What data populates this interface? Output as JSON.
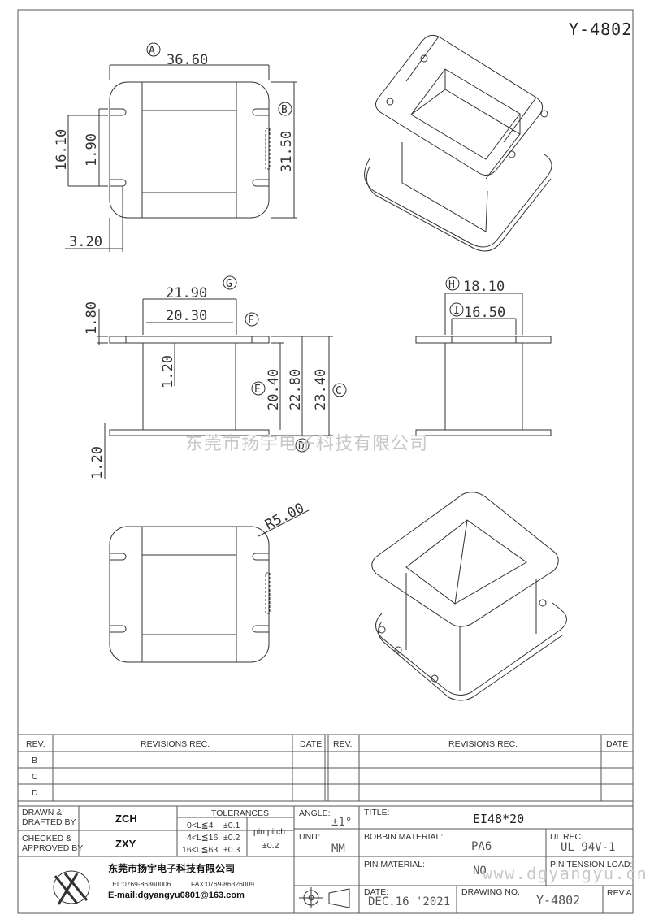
{
  "drawing_code": "Y-4802",
  "watermark": "东莞市扬宇电子科技有限公司",
  "watermark_url": "www.dgyangyu.cn",
  "dimensions": {
    "A": "A",
    "B": "B",
    "C": "C",
    "D": "D",
    "E": "E",
    "F": "F",
    "G": "G",
    "H": "H",
    "I": "I",
    "d_36_60": "36.60",
    "d_31_50": "31.50",
    "d_16_10": "16.10",
    "d_1_90": "1.90",
    "d_3_20": "3.20",
    "d_21_90": "21.90",
    "d_20_30": "20.30",
    "d_1_80": "1.80",
    "d_1_20a": "1.20",
    "d_1_20b": "1.20",
    "d_20_40": "20.40",
    "d_22_80": "22.80",
    "d_23_40": "23.40",
    "d_18_10": "18.10",
    "d_16_50": "16.50",
    "d_r5": "R5.00"
  },
  "revisions": {
    "rev_header": "REV.",
    "rec_header": "REVISIONS   REC.",
    "date_header": "DATE",
    "rows": [
      "B",
      "C",
      "D"
    ]
  },
  "title_block": {
    "drawn_by_label": "DRAWN &\nDRAFTED BY",
    "drawn_by": "ZCH",
    "checked_label": "CHECKED &\nAPPROVED BY",
    "checked_by": "ZXY",
    "tolerances_label": "TOLERANCES",
    "tol_1": "0<L≦4",
    "tol_1v": "±0.1",
    "tol_2": "4<L≦16",
    "tol_2v": "±0.2",
    "tol_3": "16<L≦63",
    "tol_3v": "±0.3",
    "pin_pitch_label": "pin pitch",
    "pin_pitch_value": "±0.2",
    "angle_label": "ANGLE:",
    "angle_value": "±1°",
    "unit_label": "UNIT:",
    "unit_value": "MM",
    "title_label": "TITLE:",
    "title_value": "EI48*20",
    "bobbin_label": "BOBBIN MATERIAL:",
    "bobbin_value": "PA6",
    "ul_label": "UL REC.",
    "ul_value": "UL 94V-1",
    "pin_material_label": "PIN MATERIAL:",
    "pin_material_value": "NO",
    "pin_tension_label": "PIN TENSION LOAD:",
    "date_label": "DATE:",
    "date_value": "DEC.16 '2021",
    "drawing_no_label": "DRAWING NO.",
    "drawing_no_value": "Y-4802",
    "rev_label": "REV.A",
    "company_name": "东莞市扬宇电子科技有限公司",
    "tel": "TEL:0769-86360006",
    "fax": "FAX:0769-86326009",
    "email": "E-mail:dgyangyu0801@163.com"
  }
}
